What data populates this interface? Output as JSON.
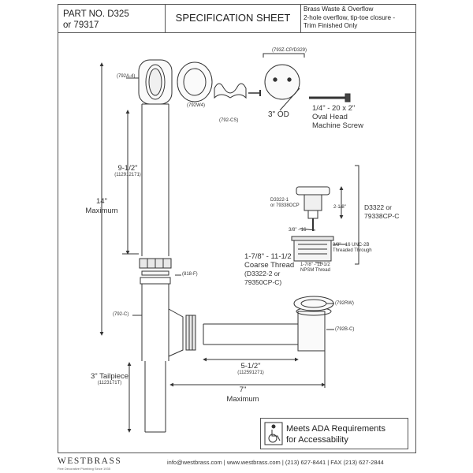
{
  "header": {
    "part_line1": "PART NO.  D325",
    "part_line2": "or 79317",
    "title": "SPECIFICATION SHEET",
    "desc_line1": "Brass Waste & Overflow",
    "desc_line2": "2-hole overflow, tip-toe closure -",
    "desc_line3": "Trim Finished Only"
  },
  "labels": {
    "overflow_elbow": "(792A-4)",
    "gasket": "(792W4)",
    "clip": "(792-CS)",
    "plate": "(793Z-CP/D329)",
    "od": "3\" OD",
    "screw_line1": "1/4\" - 20 x 2\"",
    "screw_line2": "Oval Head",
    "screw_line3": "Machine Screw",
    "dim_9_5": "9-1/2\"",
    "dim_9_5_code": "(112912171)",
    "dim_14": "14\"",
    "dim_14_sub": "Maximum",
    "stopper_code1": "D3322-1",
    "stopper_code2": "or 79338OCP",
    "stopper_height": "2-1/8\"",
    "stopper_thread": "3/8\" - 16",
    "stopper_part1": "D3322 or",
    "stopper_part2": "79338CP-C",
    "thread_unc": "3/8\" - 16 UNC-2B",
    "thread_through": "Threaded Through",
    "coarse_line1": "1-7/8\" - 11-1/2",
    "coarse_line2": "Coarse Thread",
    "coarse_line3": "(D3322-2 or",
    "coarse_line4": "79350CP-C)",
    "npsm_line1": "1-7/8\" - 11-1/2",
    "npsm_line2": "NPSM Thread",
    "washer": "(818-F)",
    "tee": "(792-C)",
    "gasket_rw": "(792RW)",
    "drain_shoe": "(792B-C)",
    "dim_5_5": "5-1/2\"",
    "dim_5_5_code": "(112591271)",
    "tailpiece_line1": "3\" Tailpiece",
    "tailpiece_code": "(1123171T)",
    "dim_7": "7\"",
    "dim_7_sub": "Maximum"
  },
  "ada": {
    "line1": "Meets  ADA Requirements",
    "line2": "for Accessability"
  },
  "footer": {
    "logo": "WESTBRASS",
    "tagline": "Fine Decorative Plumbing Since 1935",
    "contact": "info@westbrass.com  |  www.westbrass.com  |  (213) 627-8441  |  FAX (213) 627-2844"
  }
}
